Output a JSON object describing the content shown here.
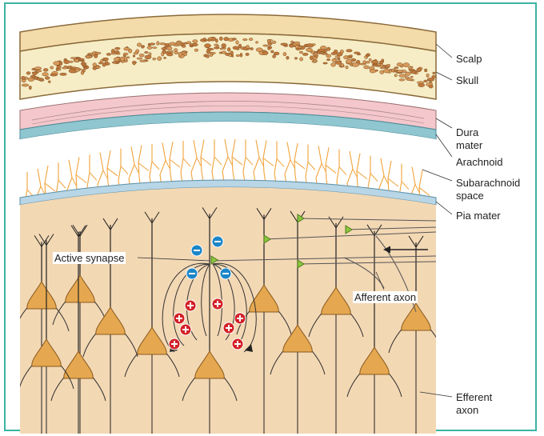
{
  "figure": {
    "labels": {
      "scalp": "Scalp",
      "skull": "Skull",
      "dura": "Dura mater",
      "arachnoid": "Arachnoid",
      "subarachnoid": "Subarachnoid space",
      "pia": "Pia mater",
      "active_synapse": "Active synapse",
      "afferent_axon": "Afferent axon",
      "efferent_axon": "Efferent axon"
    }
  },
  "colors": {
    "frame": "#3bb3a4",
    "scalp": "#f3dcaa",
    "skull": "#f6edc6",
    "dura": "#f3c7cc",
    "arachnoid": "#8fc6cf",
    "subarachnoid_fibers": "#f1a33a",
    "pia": "#b8d6e6",
    "cortex": "#f3d8b4",
    "neuron": "#e5a850",
    "negative_ion": "#1b86c9",
    "positive_ion": "#d42027"
  },
  "icons": [
    "negative-ion-icon",
    "positive-ion-icon",
    "synapse-terminal-icon",
    "arrow-icon"
  ]
}
